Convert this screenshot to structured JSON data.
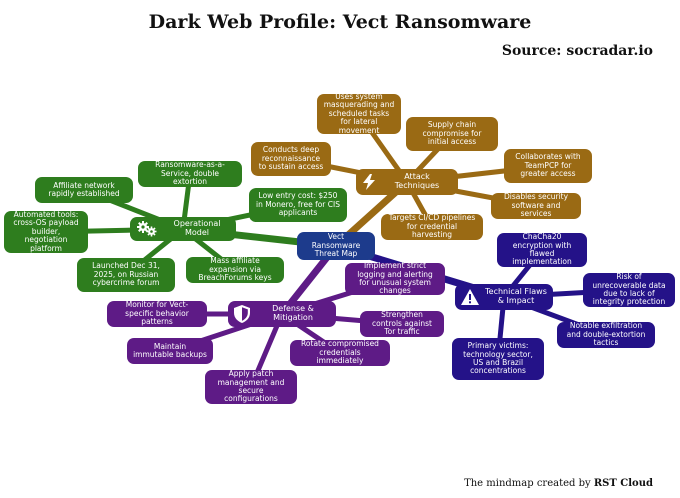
{
  "header": {
    "title": "Dark Web Profile: Vect Ransomware",
    "source": "Source: socradar.io",
    "credit_prefix": "The mindmap created by",
    "credit_brand": "RST Cloud"
  },
  "colors": {
    "attack": "#9a6a14",
    "operational": "#2e7d1e",
    "defense": "#5e1b86",
    "flaws": "#241288",
    "center": "#1d3b8c"
  },
  "center": {
    "label": "Vect Ransomware Threat Map"
  },
  "branches": {
    "attack": {
      "label": "Attack Techniques",
      "icon": "lightning-icon",
      "children": [
        "Uses system masquerading and scheduled tasks for lateral movement",
        "Supply chain compromise for initial access",
        "Collaborates with TeamPCP for greater access",
        "Disables security software and services",
        "Targets CI/CD pipelines for credential harvesting",
        "Conducts deep reconnaissance to sustain access"
      ]
    },
    "operational": {
      "label": "Operational Model",
      "icon": "gears-icon",
      "children": [
        "Ransomware-as-a-Service, double extortion",
        "Low entry cost: $250 in Monero, free for CIS applicants",
        "Mass affiliate expansion via BreachForums keys",
        "Launched Dec 31, 2025, on Russian cybercrime forum",
        "Automated tools: cross-OS payload builder, negotiation platform",
        "Affiliate network rapidly established"
      ]
    },
    "defense": {
      "label": "Defense & Mitigation",
      "icon": "shield-icon",
      "children": [
        "Implement strict logging and alerting for unusual system changes",
        "Strengthen controls against Tor traffic",
        "Rotate compromised credentials immediately",
        "Apply patch management and secure configurations",
        "Maintain immutable backups",
        "Monitor for Vect-specific behavior patterns"
      ]
    },
    "flaws": {
      "label": "Technical Flaws & Impact",
      "icon": "warning-icon",
      "children": [
        "ChaCha20 encryption with flawed implementation",
        "Risk of unrecoverable data due to lack of integrity protection",
        "Notable exfiltration and double-extortion tactics",
        "Primary victims: technology sector, US and Brazil concentrations"
      ]
    }
  }
}
